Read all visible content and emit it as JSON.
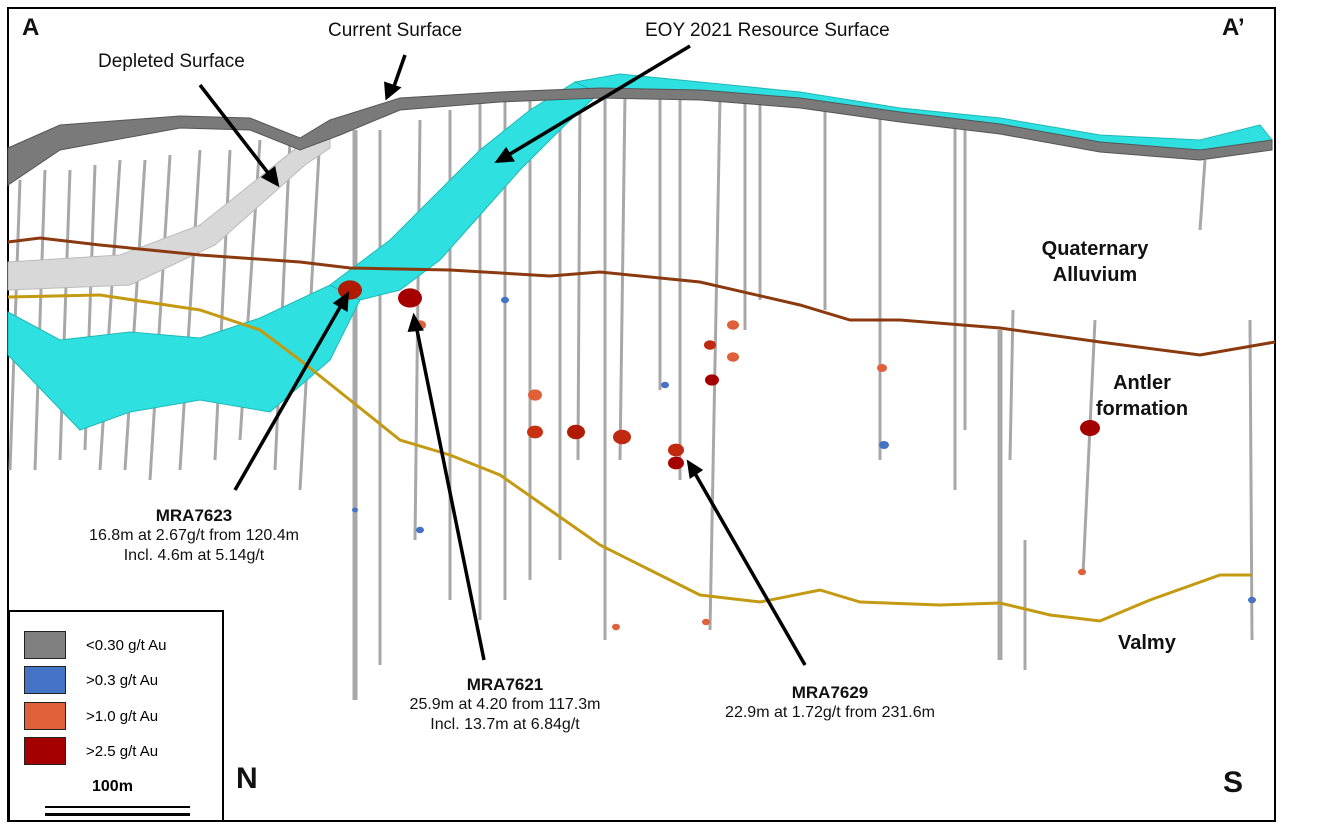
{
  "section": {
    "left_label": "A",
    "right_label": "A’",
    "north_label": "N",
    "south_label": "S"
  },
  "surfaces": {
    "current": "Current Surface",
    "depleted": "Depleted Surface",
    "eoy": "EOY 2021 Resource Surface"
  },
  "formations": {
    "quaternary_line1": "Quaternary",
    "quaternary_line2": "Alluvium",
    "antler_line1": "Antler",
    "antler_line2": "formation",
    "valmy": "Valmy"
  },
  "holes": [
    {
      "id": "MRA7623",
      "line1": "16.8m at 2.67g/t from 120.4m",
      "line2": "Incl. 4.6m at 5.14g/t"
    },
    {
      "id": "MRA7621",
      "line1": "25.9m at 4.20 from 117.3m",
      "line2": "Incl. 13.7m at 6.84g/t"
    },
    {
      "id": "MRA7629",
      "line1": "22.9m at 1.72g/t from 231.6m"
    }
  ],
  "legend": {
    "items": [
      {
        "label": "<0.30 g/t Au",
        "color": "#808080"
      },
      {
        "label": ">0.3 g/t Au",
        "color": "#4472c4"
      },
      {
        "label": ">1.0 g/t Au",
        "color": "#e0603a"
      },
      {
        "label": ">2.5 g/t Au",
        "color": "#a50000"
      }
    ],
    "scale": "100m"
  },
  "colors": {
    "resource": "#2ee0e0",
    "surface": "#6e6e6e",
    "depleted": "#d4d4d4",
    "alluvium_contact": "#8b3a0f",
    "valmy_contact": "#c49a12"
  }
}
